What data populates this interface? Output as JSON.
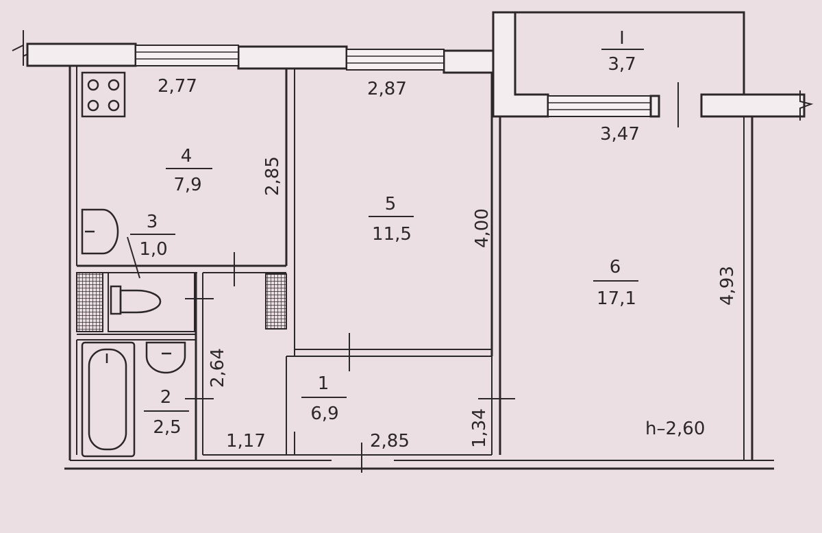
{
  "rooms": [
    {
      "id": "room-balcony",
      "number": "I",
      "area": "3,7"
    },
    {
      "id": "room-hall",
      "number": "1",
      "area": "6,9"
    },
    {
      "id": "room-bathroom",
      "number": "2",
      "area": "2,5"
    },
    {
      "id": "room-toilet",
      "number": "3",
      "area": "1,0"
    },
    {
      "id": "room-kitchen",
      "number": "4",
      "area": "7,9"
    },
    {
      "id": "room-bedroom",
      "number": "5",
      "area": "11,5"
    },
    {
      "id": "room-living",
      "number": "6",
      "area": "17,1"
    }
  ],
  "dimensions": {
    "kitchen_width": "2,77",
    "kitchen_depth": "2,85",
    "bedroom_width": "2,87",
    "bedroom_depth": "4,00",
    "living_width": "3,47",
    "living_depth": "4,93",
    "bathroom_depth": "2,64",
    "corridor_width": "1,17",
    "hall_width": "2,85",
    "hall_depth": "1,34"
  },
  "ceiling_height": "h–2,60"
}
